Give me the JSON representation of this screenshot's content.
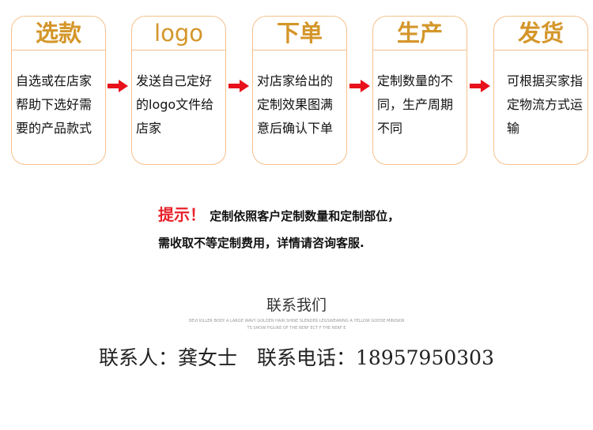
{
  "steps": [
    {
      "title": "选款",
      "desc": "自选或在店家帮助下选好需要的产品款式"
    },
    {
      "title": "logo",
      "desc": "发送自己定好的logo文件给店家"
    },
    {
      "title": "下单",
      "desc": "对店家给出的定制效果图满意后确认下单"
    },
    {
      "title": "生产",
      "desc": "定制数量的不同，生产周期不同"
    },
    {
      "title": "发货",
      "desc": "可根据买家指定物流方式运输"
    }
  ],
  "tip": {
    "lead": "提示！",
    "line1": "定制依照客户定制数量和定制部位，",
    "line2": "需收取不等定制费用，详情请咨询客服."
  },
  "contact": {
    "heading": "联系我们",
    "subtext1": "DEVI KILLER BODY A LARGE WAVY GOLDEN HAIR SHINE SLENDER LEGSWEARING A YELLOW GOOSE MINISKIR",
    "subtext2": "TS SHOW FIGURE OF THE RERF ECT F THE RERF E",
    "line": "联系人：龚女士　联系电话：18957950303"
  },
  "colors": {
    "accent": "#d4962a",
    "border": "#f6c08c",
    "arrow": "#e8101a",
    "tip": "#e8202a"
  }
}
